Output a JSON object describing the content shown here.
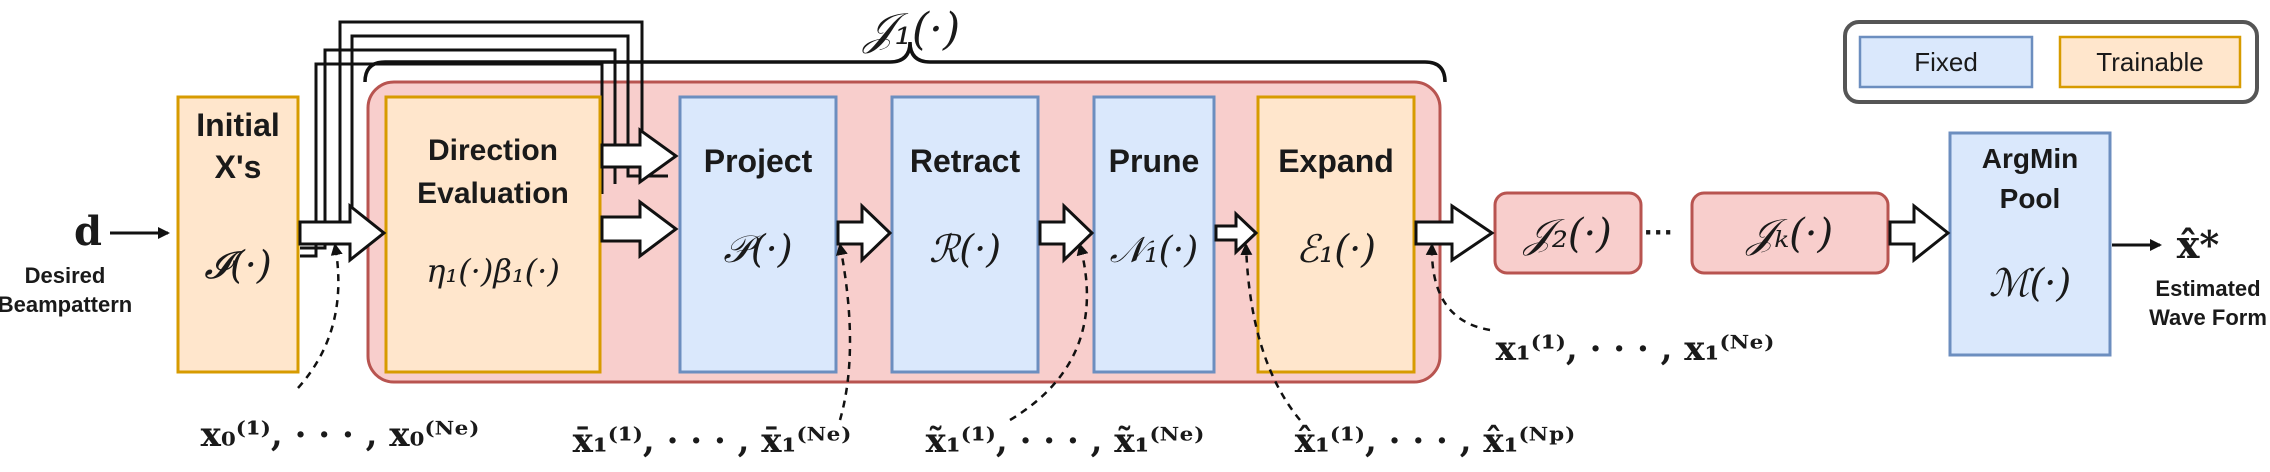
{
  "colors": {
    "fixed_fill": "#dae8fc",
    "fixed_stroke": "#6c8ebf",
    "trainable_fill": "#ffe6cc",
    "trainable_stroke": "#d79b00",
    "block_fill": "#f8cecc",
    "block_stroke": "#b85450"
  },
  "legend": {
    "fixed": "Fixed",
    "trainable": "Trainable"
  },
  "brace_label": "𝒥₁(·)",
  "input": {
    "symbol": "d",
    "caption_line1": "Desired",
    "caption_line2": "Beampattern"
  },
  "initial": {
    "title_line1": "Initial",
    "title_line2": "X's",
    "func": "𝓘(·)"
  },
  "direction": {
    "title_line1": "Direction",
    "title_line2": "Evaluation",
    "func": "η₁(·)β₁(·)"
  },
  "project": {
    "title": "Project",
    "func": "𝒫(·)"
  },
  "retract": {
    "title": "Retract",
    "func": "ℛ(·)"
  },
  "prune": {
    "title": "Prune",
    "func": "𝒩₁(·)"
  },
  "expand": {
    "title": "Expand",
    "func": "ℰ₁(·)"
  },
  "j2": {
    "func": "𝒥₂(·)"
  },
  "dots": "···",
  "jk": {
    "func": "𝒥ₖ(·)"
  },
  "argmin": {
    "title_line1": "ArgMin",
    "title_line2": "Pool",
    "func": "ℳ(·)"
  },
  "output": {
    "symbol": "x̂*",
    "caption_line1": "Estimated",
    "caption_line2": "Wave Form"
  },
  "annotations": {
    "x0": "x₀⁽¹⁾, · · · , x₀⁽ᴺᵉ⁾",
    "xbar": "x̄₁⁽¹⁾, · · · , x̄₁⁽ᴺᵉ⁾",
    "xtilde": "x̃₁⁽¹⁾, · · · , x̃₁⁽ᴺᵉ⁾",
    "xhat": "x̂₁⁽¹⁾, · · · , x̂₁⁽ᴺᵖ⁾",
    "x1": "x₁⁽¹⁾, · · · , x₁⁽ᴺᵉ⁾"
  }
}
